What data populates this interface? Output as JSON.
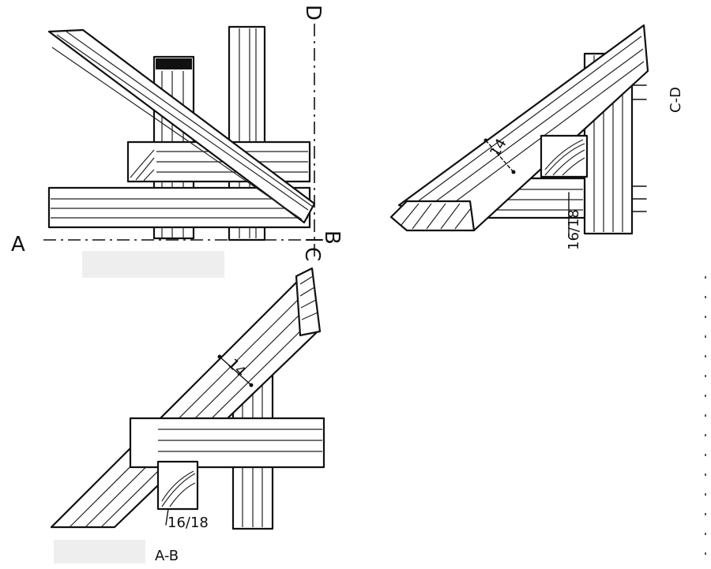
{
  "labels": {
    "a": "A",
    "b": "B",
    "c": "C",
    "d": "D",
    "section_ab": "A-B",
    "section_cd": "C-D",
    "dim_14_left": "14",
    "dim_14_right": "14",
    "size_1618_left": "16/18",
    "size_1618_right": "16/18"
  },
  "colors": {
    "ink": "#111111",
    "paper": "#ffffff",
    "mask": "#eeeeee"
  }
}
